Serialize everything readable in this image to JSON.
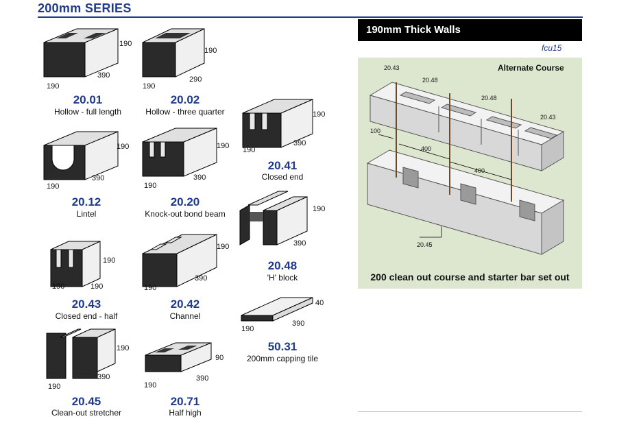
{
  "header": {
    "title": "200mm SERIES"
  },
  "products": [
    {
      "code": "20.01",
      "description": "Hollow - full length",
      "dims": [
        "190",
        "390",
        "190"
      ]
    },
    {
      "code": "20.02",
      "description": "Hollow - three quarter",
      "dims": [
        "190",
        "290",
        "190"
      ]
    },
    {
      "code": "20.12",
      "description": "Lintel",
      "dims": [
        "190",
        "390",
        "190"
      ]
    },
    {
      "code": "20.20",
      "description": "Knock-out bond beam",
      "dims": [
        "190",
        "390",
        "190"
      ]
    },
    {
      "code": "20.41",
      "description": "Closed end",
      "dims": [
        "190",
        "390",
        "190"
      ]
    },
    {
      "code": "20.48",
      "description": "'H' block",
      "dims": [
        "190",
        "390"
      ]
    },
    {
      "code": "20.43",
      "description": "Closed end - half",
      "dims": [
        "190",
        "190",
        "190"
      ]
    },
    {
      "code": "20.42",
      "description": "Channel",
      "dims": [
        "190",
        "390",
        "190"
      ]
    },
    {
      "code": "50.31",
      "description": "200mm capping tile",
      "dims": [
        "40",
        "390",
        "190"
      ]
    },
    {
      "code": "20.45",
      "description": "Clean-out stretcher",
      "dims": [
        "190",
        "390",
        "190"
      ]
    },
    {
      "code": "20.71",
      "description": "Half high",
      "dims": [
        "90",
        "390",
        "190"
      ]
    }
  ],
  "panel": {
    "title": "190mm Thick Walls",
    "reference": "fcu15",
    "diagram_title": "Alternate Course",
    "caption": "200 clean out course and starter bar set out",
    "labels": [
      "20.43",
      "20.48",
      "20.48",
      "20.43",
      "100",
      "400",
      "400",
      "20.45"
    ]
  },
  "colors": {
    "accent": "#1f3a8a",
    "panel_bg": "#dde7cf",
    "block_face": "#e8e8e8",
    "block_dark": "#2a2a2a"
  }
}
